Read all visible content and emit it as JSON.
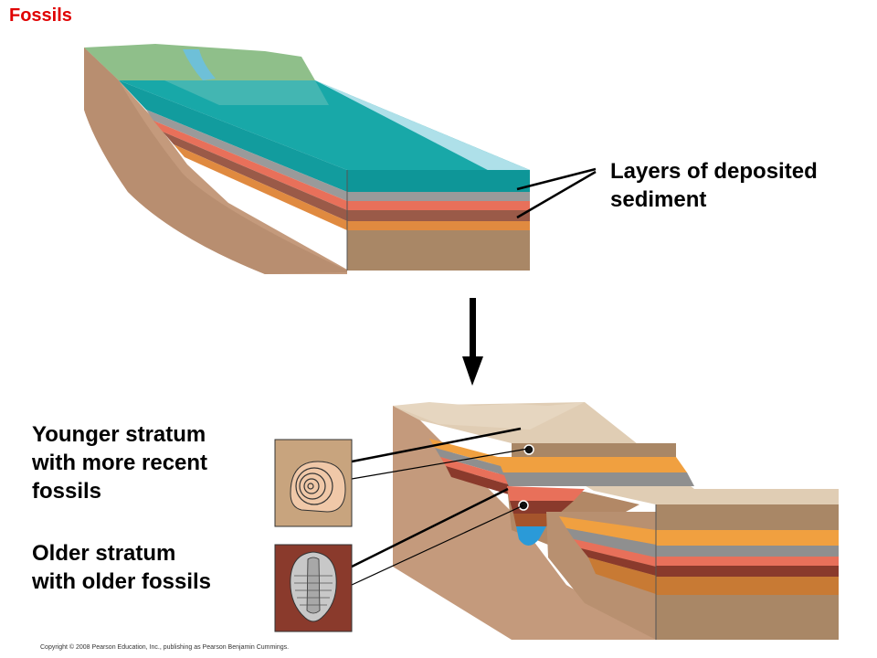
{
  "title": "Fossils",
  "labels": {
    "deposited": "Layers of deposited\nsediment",
    "younger": "Younger stratum\nwith more recent\nfossils",
    "older": "Older stratum\nwith older fossils"
  },
  "copyright": "Copyright © 2008 Pearson Education, Inc., publishing as Pearson Benjamin Cummings.",
  "colors": {
    "title": "#e00000",
    "water": "#16a8a8",
    "land": "#8fbf8a",
    "soil_brown": "#c49a7c",
    "sand": "#e0cdb4",
    "layer_orange": "#f0a040",
    "layer_gray": "#9a9a9a",
    "layer_red": "#e8705a",
    "layer_darkred": "#8a3a2c",
    "layer_brown": "#a98766"
  },
  "icons": [
    "snail-shell-fossil-icon",
    "trilobite-fossil-icon",
    "down-arrow-icon"
  ]
}
